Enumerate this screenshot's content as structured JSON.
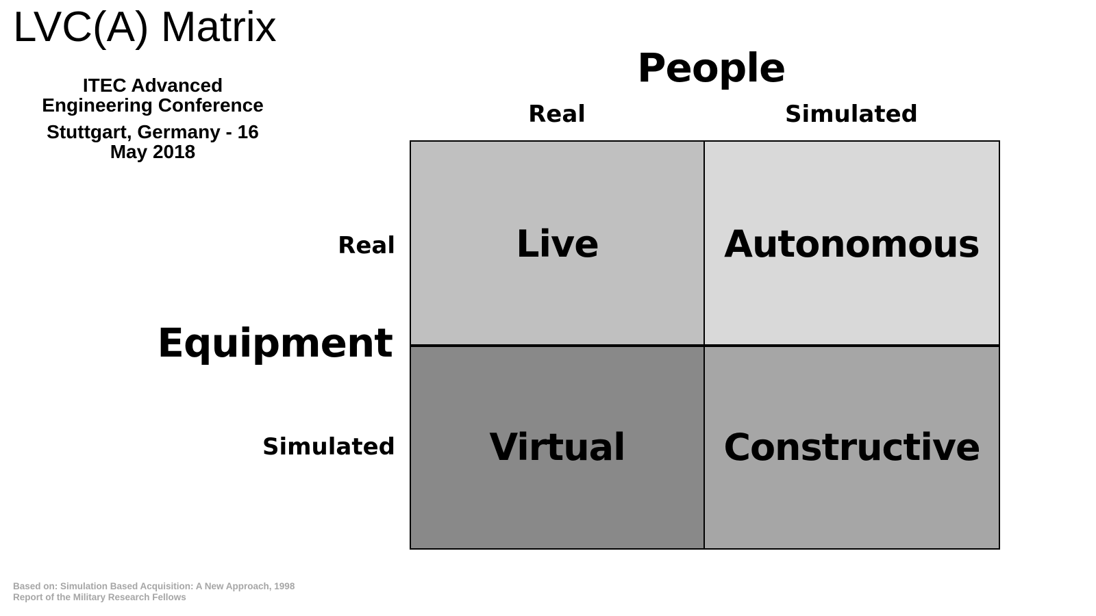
{
  "slide": {
    "title": "LVC(A) Matrix",
    "subtitle": {
      "line1": "ITEC Advanced",
      "line2": "Engineering Conference",
      "line3": "Stuttgart, Germany - 16",
      "line4": "May 2018"
    }
  },
  "matrix": {
    "column_axis_title": "People",
    "row_axis_title": "Equipment",
    "columns": [
      "Real",
      "Simulated"
    ],
    "rows": [
      "Real",
      "Simulated"
    ],
    "cells": {
      "real_real": "Live",
      "real_simulated": "Autonomous",
      "simulated_real": "Virtual",
      "simulated_simulated": "Constructive"
    },
    "colors": {
      "live": "#c0c0c0",
      "autonomous": "#d9d9d9",
      "virtual": "#898989",
      "constructive": "#a6a6a6"
    }
  },
  "footnote": {
    "line1": "Based on: Simulation Based Acquisition: A New Approach, 1998",
    "line2": "Report of the Military Research Fellows"
  }
}
